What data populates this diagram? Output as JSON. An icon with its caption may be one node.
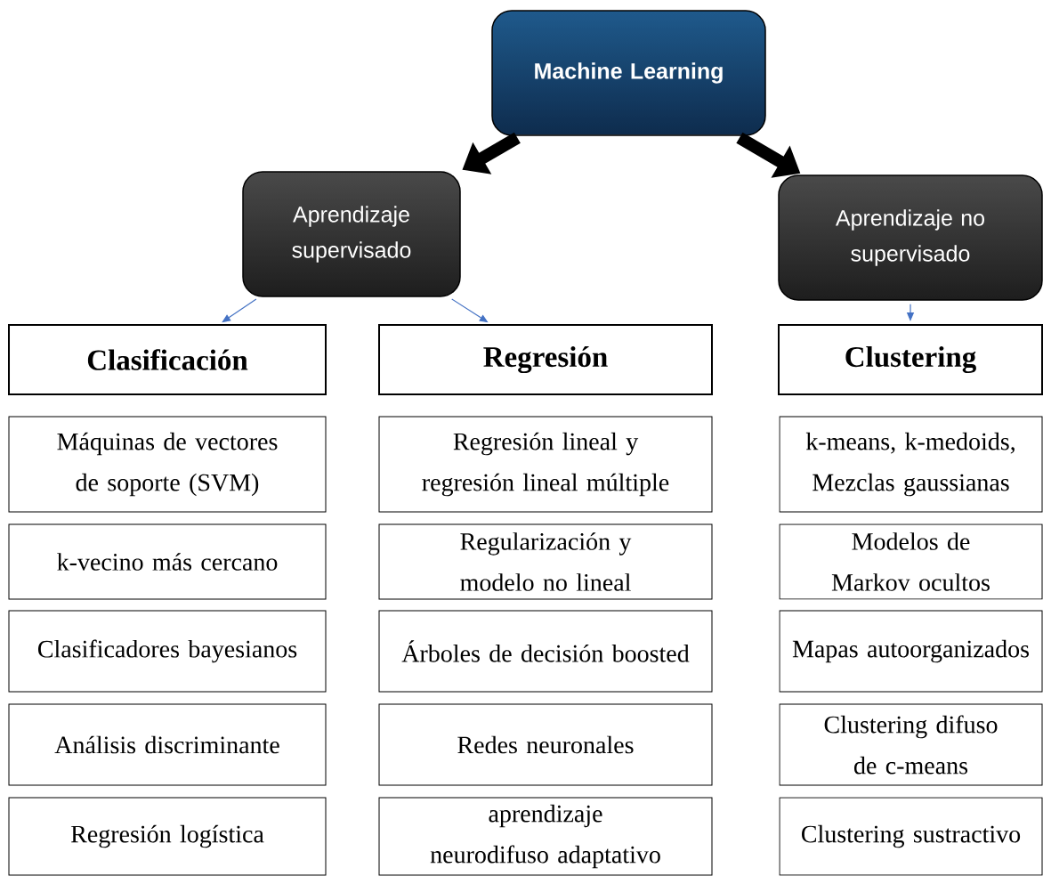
{
  "diagram": {
    "nodes": [
      {
        "text": [
          "Machine Learning"
        ]
      },
      {
        "text": [
          "Aprendizaje supervisado"
        ]
      },
      {
        "text": [
          "Aprendizaje no supervisado"
        ]
      },
      {
        "text": [
          "Clasificación"
        ]
      },
      {
        "text": [
          "Regresión"
        ]
      },
      {
        "text": [
          "Clustering"
        ]
      },
      {
        "text": [
          "Máquinas de vectores de soporte (SVM)"
        ]
      },
      {
        "text": [
          "Regresión lineal y regresión lineal múltiple"
        ]
      },
      {
        "text": [
          "k-means, k-medoids, Mezclas gaussianas"
        ]
      },
      {
        "text": [
          "k-vecino más cercano"
        ]
      },
      {
        "text": [
          "Regularización y modelo no lineal"
        ]
      },
      {
        "text": [
          "Modelos de Markov ocultos"
        ]
      },
      {
        "text": [
          "Clasificadores bayesianos"
        ]
      },
      {
        "text": [
          "Árboles de decisión boosted"
        ]
      },
      {
        "text": [
          "Mapas autoorganizados"
        ]
      },
      {
        "text": [
          "Análisis discriminante"
        ]
      },
      {
        "text": [
          "Redes neuronales"
        ]
      },
      {
        "text": [
          "Clustering difuso de c-means"
        ]
      },
      {
        "text": [
          "Regresión logística"
        ]
      },
      {
        "text": [
          "aprendizaje neurodifuso adaptativo"
        ]
      },
      {
        "text": [
          "Clustering sustractivo"
        ]
      }
    ],
    "edges": [
      {
        "from": 0,
        "to": 1,
        "arrow": "to",
        "style": "thick",
        "color": "#000000"
      },
      {
        "from": 0,
        "to": 2,
        "arrow": "to",
        "style": "thick",
        "color": "#000000"
      },
      {
        "from": 1,
        "to": 3,
        "arrow": "to"
      },
      {
        "from": 1,
        "to": 4,
        "arrow": "to"
      },
      {
        "from": 2,
        "to": 5,
        "arrow": "to"
      }
    ]
  }
}
